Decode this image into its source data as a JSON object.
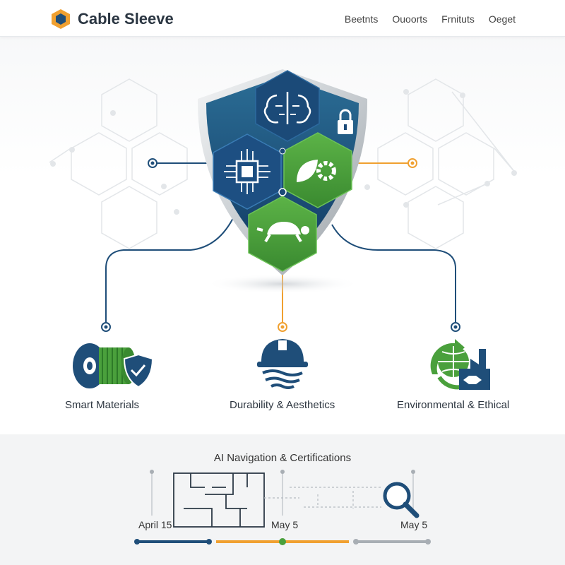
{
  "header": {
    "brand": "Cable Sleeve",
    "nav": [
      "Beetnts",
      "Ouoorts",
      "Frnituts",
      "Oeget"
    ]
  },
  "features": [
    {
      "label": "Smart Materials",
      "icon": "cable-reel-shield-icon"
    },
    {
      "label": "Durability & Aesthetics",
      "icon": "hard-hat-icon"
    },
    {
      "label": "Environmental & Ethical",
      "icon": "globe-factory-handshake-icon"
    }
  ],
  "shield": {
    "icons": [
      "brain-icon",
      "lock-icon",
      "circuit-chip-icon",
      "leaf-gear-icon",
      "turtle-icon"
    ]
  },
  "timeline": {
    "title": "AI Navigation & Certifications",
    "dates": [
      "April 15",
      "May 5",
      "May 5"
    ],
    "icons": [
      "floorplan-icon",
      "magnifier-icon"
    ]
  },
  "colors": {
    "navy": "#1f4e79",
    "blue": "#2a6a9a",
    "green": "#4aa03c",
    "orange": "#f0a030",
    "gray": "#a8aeb4"
  }
}
